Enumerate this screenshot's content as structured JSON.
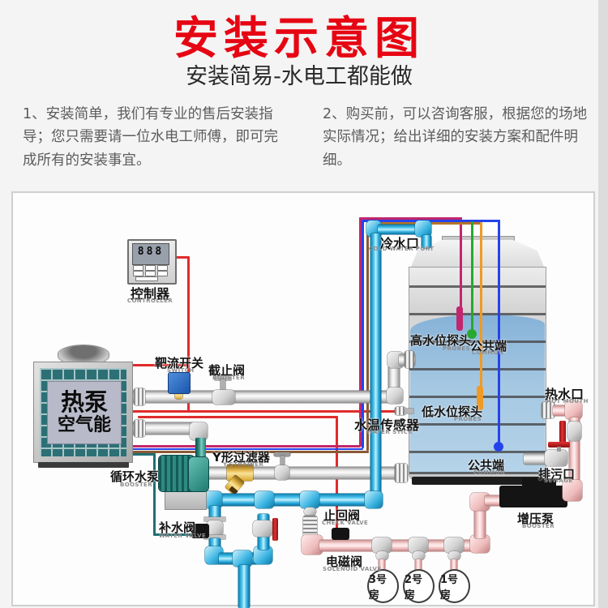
{
  "header": {
    "title": "安装示意图",
    "subtitle": "安装简易-水电工都能做"
  },
  "intro": {
    "point1": "1、安装简单，我们有专业的售后安装指导；您只需要请一位水电工师傅，即可完成所有的安装事宜。",
    "point2": "2、购买前，可以咨询客服，根据您的场地实际情况；给出详细的安装方案和配件明细。"
  },
  "diagram": {
    "controller": {
      "label": "控制器",
      "sub": "CONTROLLER",
      "display": "888"
    },
    "heat_pump": {
      "line1": "热泵",
      "line2": "空气能"
    },
    "flow_switch": {
      "zh": "靶流开关",
      "en": "SWITCH"
    },
    "stop_valve": {
      "zh": "截止阀",
      "en": "BOOSTER"
    },
    "cold_water_port": {
      "zh": "冷水口",
      "en": "COLD WATER PORT"
    },
    "high_level_probe": {
      "zh": "高水位探头",
      "en": "PROBES"
    },
    "common_top": {
      "zh": "公共端",
      "en": "COMMON"
    },
    "low_level_probe": {
      "zh": "低水位探头",
      "en": "PROBES"
    },
    "common_bottom": {
      "zh": "公共端",
      "en": "COMMON"
    },
    "hot_water_port": {
      "zh": "热水口",
      "en": "HOT MOUTH"
    },
    "water_temp_sensor": {
      "zh": "水温传感器",
      "en": "WATER STICK"
    },
    "circulation_pump": {
      "zh": "循环水泵",
      "en": "BOOSTER"
    },
    "y_strainer": {
      "zh": "Y形过滤器",
      "en": "Y-STRAINER"
    },
    "makeup_valve": {
      "zh": "补水阀",
      "en": "WATER VALVE"
    },
    "check_valve": {
      "zh": "止回阀",
      "en": "CHECK VALVE"
    },
    "solenoid_valve": {
      "zh": "电磁阀",
      "en": "SOLENOID VALVE"
    },
    "sewage_port": {
      "zh": "排污口",
      "en": "SEWAGE"
    },
    "booster_pump": {
      "zh": "增压泵",
      "en": "BOOSTER"
    },
    "rooms": [
      "3号房",
      "2号房",
      "1号房"
    ]
  },
  "colors": {
    "title_red": "#e60613",
    "pipe_blue": "#3ab4e2",
    "pipe_pink": "#f0bcbc",
    "wire_red": "#e02b2b",
    "wire_magenta": "#c2266e",
    "wire_navy": "#2543ea",
    "wire_orange": "#f09a25",
    "wire_green": "#27a82f",
    "wire_teal": "#1f6f72",
    "tank_water": "#9cc2e0",
    "heat_pump_teal": "#2c7076"
  }
}
